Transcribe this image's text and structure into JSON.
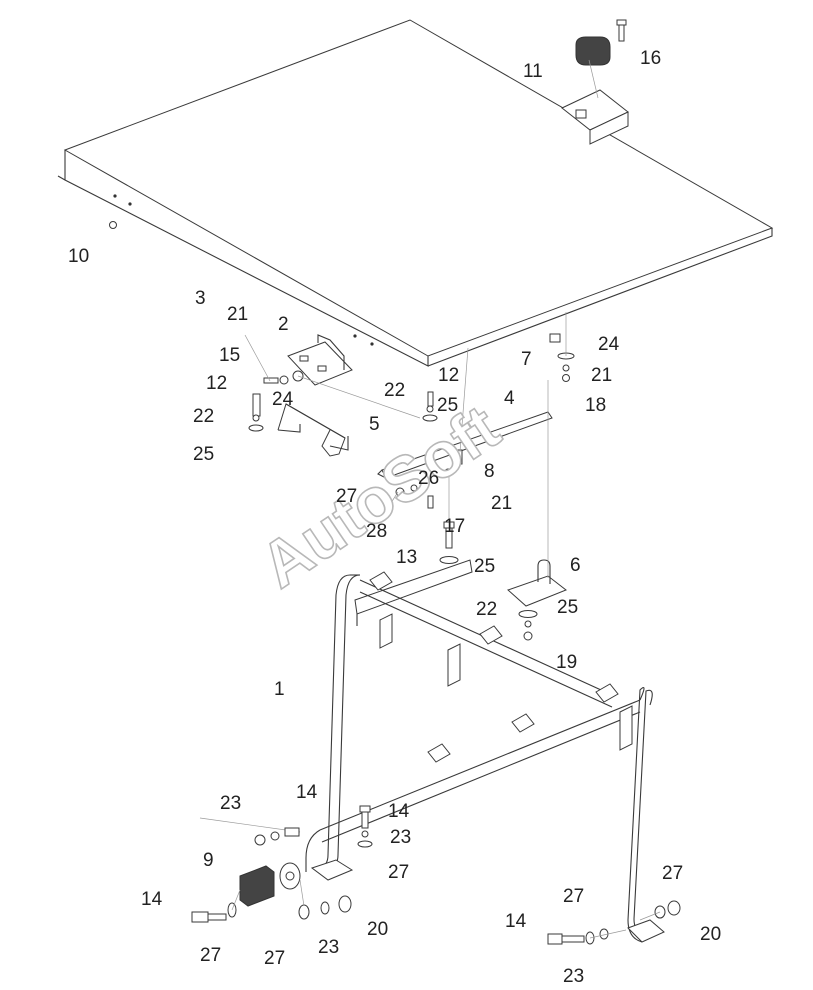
{
  "watermark": "AutoSoft",
  "callouts": [
    "1",
    "2",
    "3",
    "4",
    "5",
    "6",
    "7",
    "8",
    "9",
    "10",
    "11",
    "12",
    "12",
    "13",
    "14",
    "14",
    "14",
    "14",
    "15",
    "16",
    "17",
    "18",
    "19",
    "20",
    "20",
    "21",
    "21",
    "21",
    "22",
    "22",
    "22",
    "23",
    "23",
    "23",
    "23",
    "24",
    "24",
    "25",
    "25",
    "25",
    "25",
    "26",
    "27",
    "27",
    "27",
    "27",
    "27",
    "27",
    "28"
  ]
}
